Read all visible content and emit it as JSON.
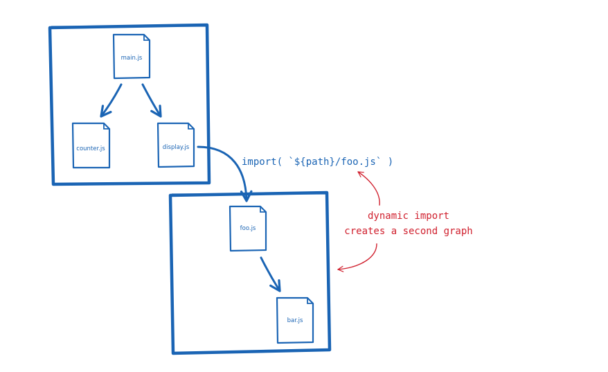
{
  "colors": {
    "ink_blue": "#1a64b4",
    "ink_red": "#d0202e",
    "background": "#ffffff"
  },
  "graph1": {
    "files": {
      "main": "main.js",
      "counter": "counter.js",
      "display": "display.js"
    }
  },
  "graph2": {
    "files": {
      "foo": "foo.js",
      "bar": "bar.js"
    }
  },
  "import_expression": "import( `${path}/foo.js` )",
  "annotation": {
    "line1": "dynamic import",
    "line2": "creates a second graph"
  }
}
